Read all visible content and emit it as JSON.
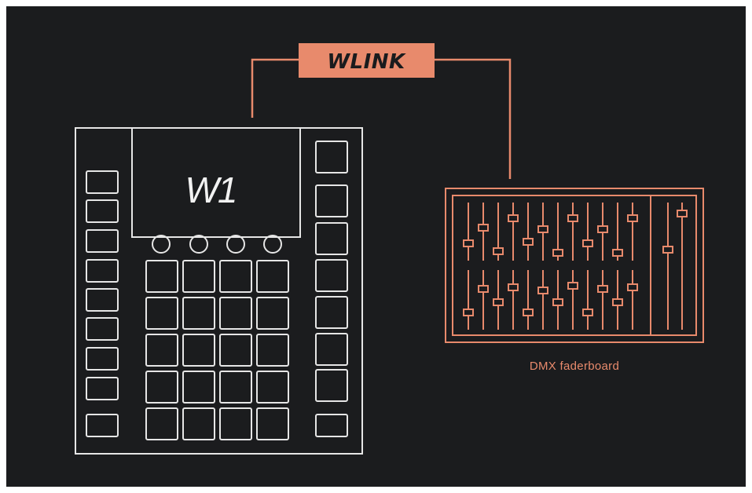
{
  "diagram": {
    "link_label": "WLINK",
    "device_logo": "W1",
    "faderboard_caption": "DMX faderboard",
    "colors": {
      "background": "#1b1c1e",
      "device_stroke": "#e6e6e6",
      "accent": "#e88a6c",
      "label_text": "#1a1b1d"
    }
  }
}
